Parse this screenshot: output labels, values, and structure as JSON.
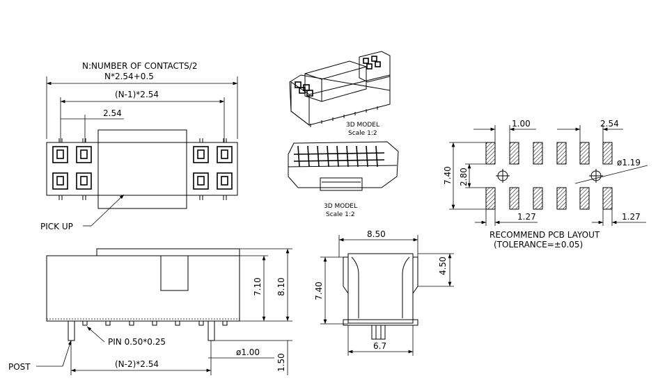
{
  "top_view": {
    "title": "N:NUMBER OF CONTACTS/2",
    "overall": "N*2.54+0.5",
    "span": "(N-1)*2.54",
    "pitch": "2.54",
    "pick_up": "PICK UP"
  },
  "front_view": {
    "h1": "7.10",
    "h2": "8.10",
    "pin": "PIN 0.50*0.25",
    "post": "POST",
    "post_span": "(N-2)*2.54",
    "post_dia": "ø1.00",
    "post_len": "1.50"
  },
  "side_view": {
    "width": "8.50",
    "upper": "4.50",
    "height": "7.40",
    "base": "6.7"
  },
  "model_a": {
    "label": "3D MODEL",
    "scale": "Scale 1:2"
  },
  "model_b": {
    "label": "3D MODEL",
    "scale": "Scale 1:2"
  },
  "pcb": {
    "pitch_small": "1.00",
    "pitch": "2.54",
    "height": "7.40",
    "hole_span": "2.80",
    "hole_dia": "ø1.19",
    "pad_w_left": "1.27",
    "pad_w_right": "1.27",
    "title": "RECOMMEND PCB LAYOUT",
    "tolerance": "(TOLERANCE=±0.05)"
  }
}
